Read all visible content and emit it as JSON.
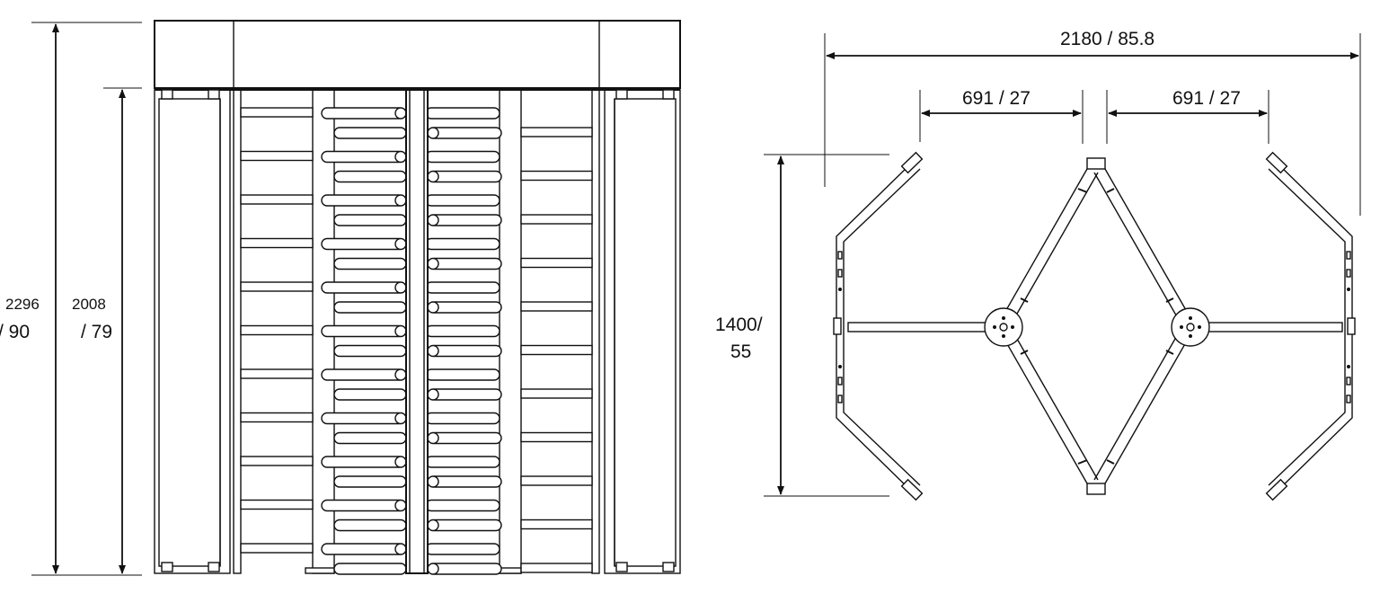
{
  "front_view": {
    "overall_height": {
      "value": "2296",
      "unit": "/ 90"
    },
    "inner_height": {
      "value": "2008",
      "unit": "/ 79"
    }
  },
  "top_view": {
    "overall_width": "2180 / 85.8",
    "left_arm": "691 / 27",
    "right_arm": "691 / 27",
    "depth": {
      "value": "1400/",
      "unit": "55"
    }
  },
  "colors": {
    "line": "#111111",
    "background": "#ffffff"
  }
}
